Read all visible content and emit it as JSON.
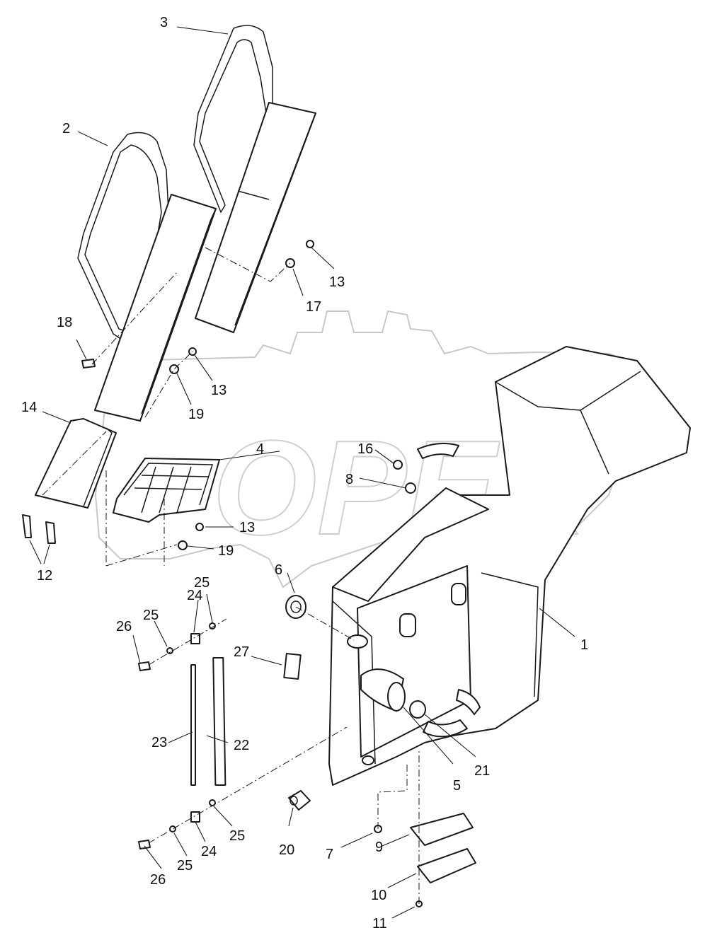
{
  "watermark": {
    "text": "OPEX"
  },
  "corner_mark": "",
  "callouts": [
    {
      "id": "c1",
      "text": "1"
    },
    {
      "id": "c2",
      "text": "2"
    },
    {
      "id": "c3",
      "text": "3"
    },
    {
      "id": "c4",
      "text": "4"
    },
    {
      "id": "c5",
      "text": "5"
    },
    {
      "id": "c6",
      "text": "6"
    },
    {
      "id": "c7",
      "text": "7"
    },
    {
      "id": "c8",
      "text": "8"
    },
    {
      "id": "c9",
      "text": "9"
    },
    {
      "id": "c10",
      "text": "10"
    },
    {
      "id": "c11",
      "text": "11"
    },
    {
      "id": "c12",
      "text": "12"
    },
    {
      "id": "c13a",
      "text": "13"
    },
    {
      "id": "c13b",
      "text": "13"
    },
    {
      "id": "c13c",
      "text": "13"
    },
    {
      "id": "c14",
      "text": "14"
    },
    {
      "id": "c16",
      "text": "16"
    },
    {
      "id": "c17",
      "text": "17"
    },
    {
      "id": "c18",
      "text": "18"
    },
    {
      "id": "c19a",
      "text": "19"
    },
    {
      "id": "c19b",
      "text": "19"
    },
    {
      "id": "c20",
      "text": "20"
    },
    {
      "id": "c21",
      "text": "21"
    },
    {
      "id": "c22",
      "text": "22"
    },
    {
      "id": "c23",
      "text": "23"
    },
    {
      "id": "c24a",
      "text": "24"
    },
    {
      "id": "c24b",
      "text": "24"
    },
    {
      "id": "c25a",
      "text": "25"
    },
    {
      "id": "c25b",
      "text": "25"
    },
    {
      "id": "c25c",
      "text": "25"
    },
    {
      "id": "c25d",
      "text": "25"
    },
    {
      "id": "c26a",
      "text": "26"
    },
    {
      "id": "c26b",
      "text": "26"
    },
    {
      "id": "c27",
      "text": "27"
    }
  ]
}
